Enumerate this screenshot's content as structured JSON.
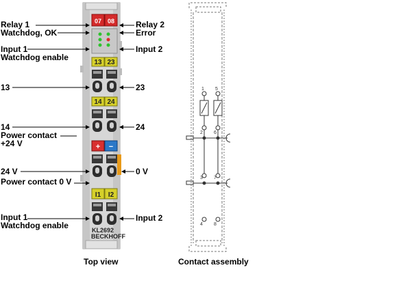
{
  "top_view": {
    "leds": {
      "relay1": "07",
      "relay2": "08"
    },
    "slots": {
      "row1": [
        "13",
        "23"
      ],
      "row2": [
        "14",
        "24"
      ],
      "row3": [
        "+",
        "−"
      ],
      "row4": [
        "I1",
        "I2"
      ]
    },
    "model": "KL2692",
    "brand": "BECKHOFF",
    "caption": "Top view"
  },
  "labels_left": {
    "relay1": "Relay 1",
    "watchdog_ok": "Watchdog, OK",
    "input1_a": "Input 1",
    "watchdog_enable_a": "Watchdog enable",
    "t13": "13",
    "t14": "14",
    "power_contact": "Power contact",
    "plus24": "+24 V",
    "v24": "24 V",
    "power_contact_0v": "Power contact 0 V",
    "input1_b": "Input 1",
    "watchdog_enable_b": "Watchdog enable"
  },
  "labels_right": {
    "relay2": "Relay 2",
    "error": "Error",
    "input2_a": "Input 2",
    "t23": "23",
    "t24": "24",
    "v0": "0 V",
    "input2_b": "Input 2"
  },
  "contact_assembly": {
    "caption": "Contact assembly",
    "pins": [
      "1",
      "5",
      "2",
      "6",
      "3",
      "7",
      "4",
      "8"
    ]
  },
  "colors": {
    "red_led": "#d42a2a",
    "yellow_label": "#d6d02a",
    "plus_red": "#d83030",
    "minus_blue": "#2a78c8",
    "orange_tab": "#e89a1a",
    "housing": "#d4d4d4"
  }
}
